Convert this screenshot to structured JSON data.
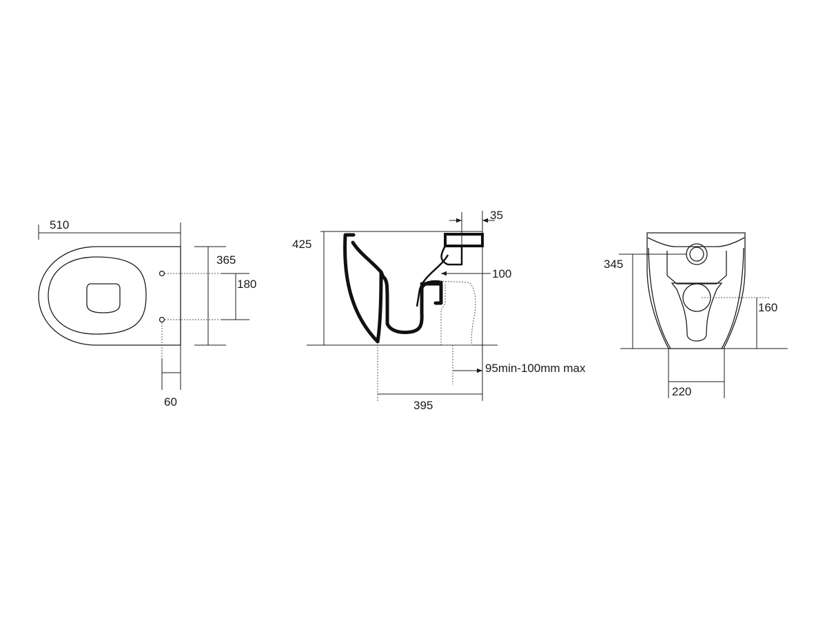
{
  "top_view": {
    "width_label": "510",
    "depth_label": "365",
    "fixing_spacing_label": "180",
    "fixing_offset_label": "60"
  },
  "side_view": {
    "height_label": "425",
    "inlet_depth_label": "35",
    "outlet_height_label": "100",
    "length_label": "395",
    "setout_label": "95min-100mm max"
  },
  "rear_view": {
    "inlet_height_label": "345",
    "outlet_height_label": "160",
    "width_label": "220"
  },
  "icons": {
    "arrow": "arrow-icon"
  }
}
